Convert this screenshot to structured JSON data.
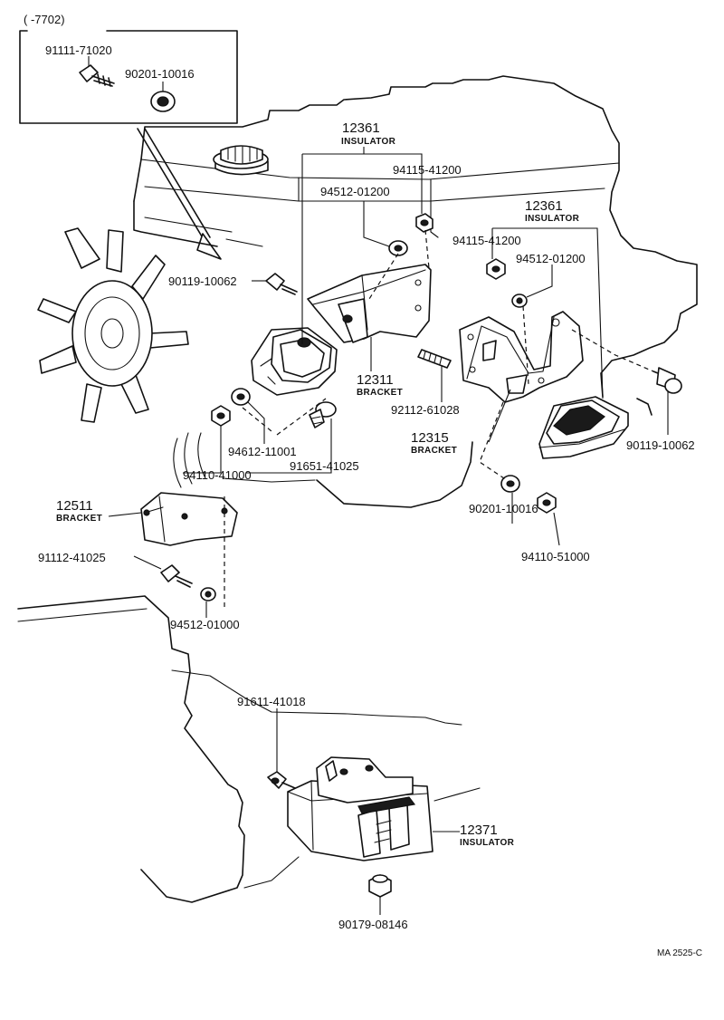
{
  "inset": {
    "range": "(      -7702)",
    "bolt": "91111-71020",
    "washer": "90201-10016"
  },
  "labels": {
    "ins_top_num": "12361",
    "ins_top_name": "INSULATOR",
    "nut_top": "94115-41200",
    "lockw_top": "94512-01200",
    "ins_r_num": "12361",
    "ins_r_name": "INSULATOR",
    "nut_r": "94115-41200",
    "lockw_r": "94512-01200",
    "bolt_left": "90119-10062",
    "br_12311_num": "12311",
    "br_12311_name": "BRACKET",
    "stud": "92112-61028",
    "br_12315_num": "12315",
    "br_12315_name": "BRACKET",
    "bolt_right": "90119-10062",
    "washer_94612": "94612-11001",
    "nut_94110": "94110-41000",
    "bolt_91651": "91651-41025",
    "br_12511_num": "12511",
    "br_12511_name": "BRACKET",
    "bolt_91112": "91112-41025",
    "lockw_94512": "94512-01000",
    "washer_90201": "90201-10016",
    "nut_94110_51": "94110-51000",
    "bolt_91611": "91611-41018",
    "ins_rear_num": "12371",
    "ins_rear_name": "INSULATOR",
    "nut_90179": "90179-08146",
    "ref": "MA 2525-C"
  }
}
